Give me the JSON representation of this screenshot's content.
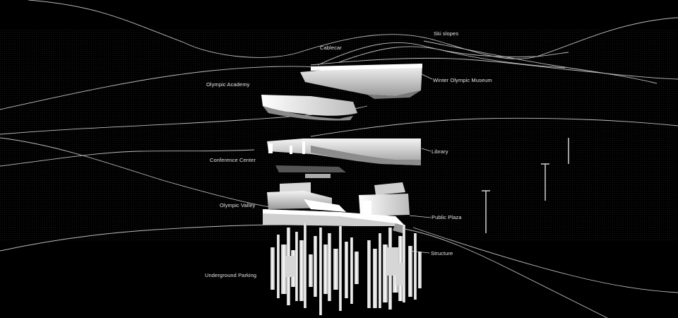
{
  "labels": {
    "ski_slopes": "Ski slopes",
    "cablecar": "Cablecar",
    "winter_olympic_museum": "Winter Olympic Museum",
    "olympic_academy": "Olympic Academy",
    "library": "Library",
    "conference_center": "Conference Center",
    "olympic_valley": "Olympic Valley",
    "public_plaza": "Public Plaza",
    "structure": "Structure",
    "underground_parking": "Underground Parking"
  },
  "colors": {
    "background": "#000000",
    "lines": "#bdbdbd",
    "volumes": "#e8e8e8",
    "text": "#e6e6e6"
  }
}
